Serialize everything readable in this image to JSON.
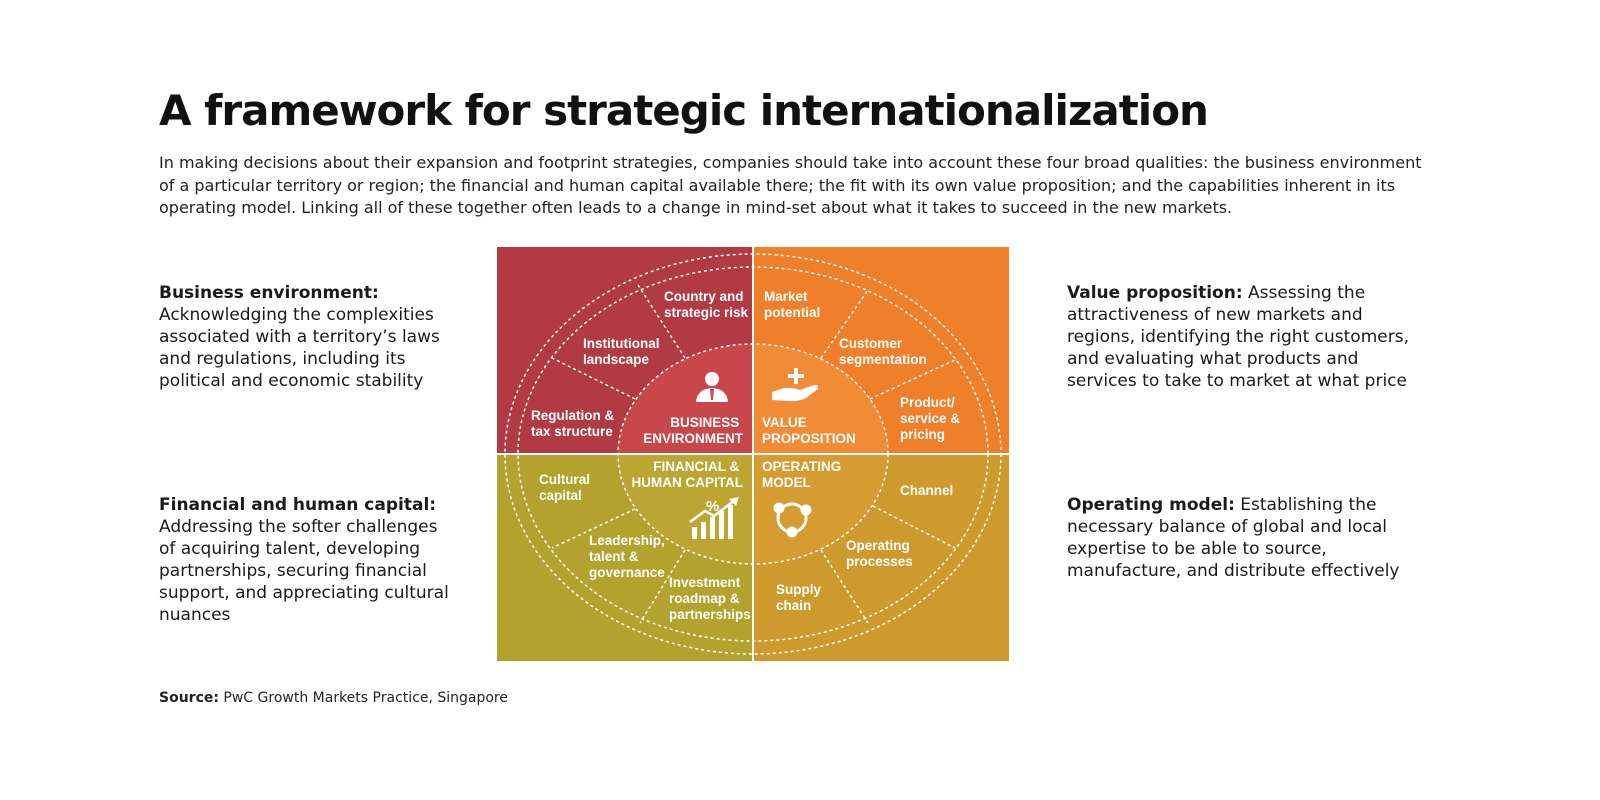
{
  "header": {
    "title": "A framework for strategic internationalization",
    "intro": "In making decisions about their expansion and footprint strategies, companies should take into account these four broad qualities: the business environment of a particular territory or region; the financial and human capital available there; the fit with its own value proposition; and the capabilities inherent in its operating model. Linking all of these together often leads to a change in mind-set about what it takes to succeed in the new markets."
  },
  "descriptions": {
    "business_environment": {
      "heading": "Business environment:",
      "body": "Acknowledging the complexities associated with a territory’s laws and regulations, including its political and economic stability"
    },
    "financial_human_capital": {
      "heading": "Financial and human capital:",
      "body": "Addressing the softer challenges of acquiring talent, developing partnerships, securing financial support, and appreciating cultural nuances"
    },
    "value_proposition": {
      "heading": "Value proposition:",
      "body": "Assessing the attractiveness of new markets and regions, identifying the right customers, and evaluating what products and services to take to market at what price"
    },
    "operating_model": {
      "heading": "Operating model:",
      "body": "Establishing the necessary balance of global and local expertise to be able to source, manufacture, and distribute effectively"
    }
  },
  "diagram": {
    "colors": {
      "business_environment": "#b13a43",
      "value_proposition": "#f07f2b",
      "financial_human_capital": "#b4a22f",
      "operating_model": "#ce9a2d"
    },
    "quadrants": {
      "business_environment": {
        "name_lines": [
          "BUSINESS",
          "ENVIRONMENT"
        ],
        "icon": "person-icon",
        "items": [
          [
            "Country and",
            "strategic risk"
          ],
          [
            "Institutional",
            "landscape"
          ],
          [
            "Regulation &",
            "tax structure"
          ]
        ]
      },
      "value_proposition": {
        "name_lines": [
          "VALUE",
          "PROPOSITION"
        ],
        "icon": "hand-plus-icon",
        "items": [
          [
            "Market",
            "potential"
          ],
          [
            "Customer",
            "segmentation"
          ],
          [
            "Product/",
            "service &",
            "pricing"
          ]
        ]
      },
      "financial_human_capital": {
        "name_lines": [
          "FINANCIAL &",
          "HUMAN CAPITAL"
        ],
        "icon": "growth-chart-icon",
        "items": [
          [
            "Cultural",
            "capital"
          ],
          [
            "Leadership,",
            "talent &",
            "governance"
          ],
          [
            "Investment",
            "roadmap &",
            "partnerships"
          ]
        ]
      },
      "operating_model": {
        "name_lines": [
          "OPERATING",
          "MODEL"
        ],
        "icon": "network-icon",
        "items": [
          [
            "Channel"
          ],
          [
            "Operating",
            "processes"
          ],
          [
            "Supply",
            "chain"
          ]
        ]
      }
    }
  },
  "source": {
    "label": "Source:",
    "text": " PwC Growth Markets Practice, Singapore"
  }
}
